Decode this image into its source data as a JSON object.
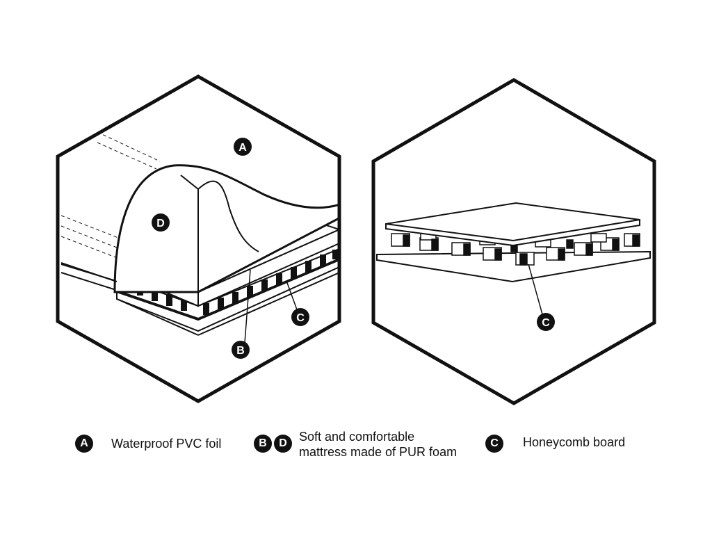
{
  "diagram": {
    "left_panel": {
      "markers": [
        "A",
        "D",
        "B",
        "C"
      ]
    },
    "right_panel": {
      "markers": [
        "C"
      ]
    }
  },
  "legend": [
    {
      "badges": [
        "A"
      ],
      "text": "Waterproof PVC foil"
    },
    {
      "badges": [
        "B",
        "D"
      ],
      "text_line1": "Soft and comfortable",
      "text_line2": "mattress made of PUR foam"
    },
    {
      "badges": [
        "C"
      ],
      "text": "Honeycomb board"
    }
  ],
  "colors": {
    "ink": "#111111",
    "paper": "#ffffff"
  }
}
